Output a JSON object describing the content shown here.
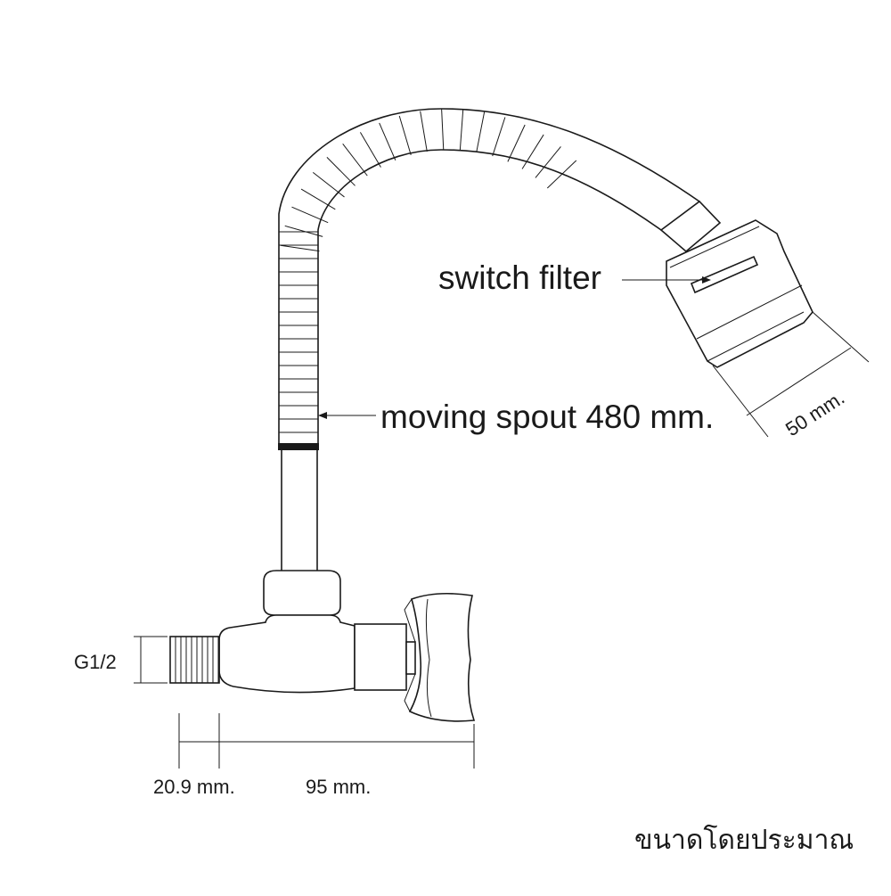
{
  "labels": {
    "switch_filter": "switch filter",
    "moving_spout": "moving spout 480 mm.",
    "head_width": "50 mm.",
    "thread": "G1/2",
    "inlet_length": "20.9 mm.",
    "body_length": "95 mm.",
    "note": "ขนาดโดยประมาณ"
  },
  "colors": {
    "line": "#1a1a1a",
    "background": "#ffffff"
  }
}
